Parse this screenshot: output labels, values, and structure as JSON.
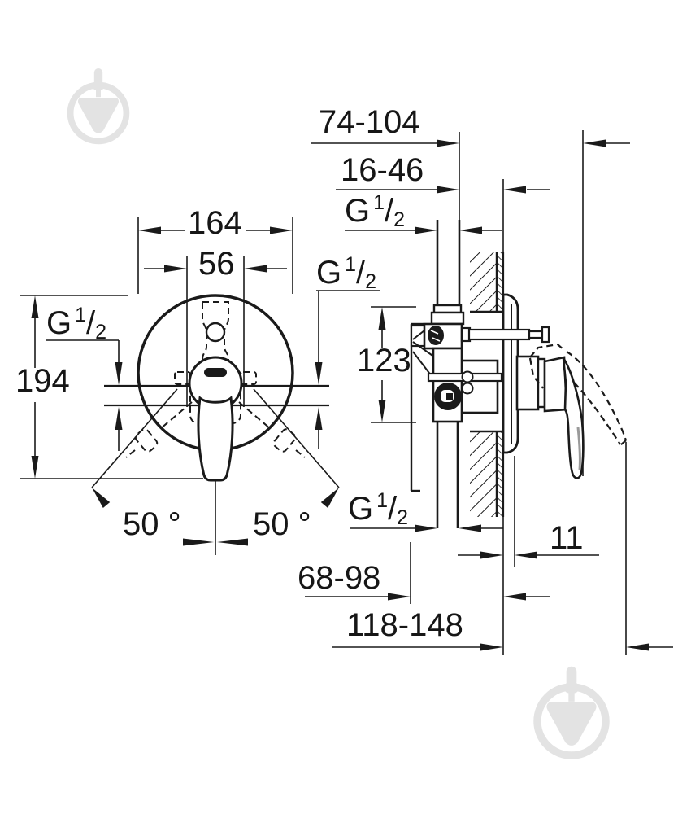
{
  "page": {
    "type": "technical-dimension-drawing",
    "subject": "concealed single-lever bath shower mixer, front and side section views",
    "background_color": "#ffffff",
    "line_color": "#1a1a1a",
    "watermark_color": "#e3e3e3"
  },
  "labels": {
    "dim_top_offset": "74-104",
    "dim_rough_in_depth": "16-46",
    "dim_plate_diameter": "164",
    "dim_cartridge_width": "56",
    "dim_overall_height": "194",
    "dim_body_height": "123",
    "angle_left": "50 °",
    "angle_right": "50 °",
    "dim_escutcheon_depth": "11",
    "dim_body_to_wall": "68-98",
    "dim_lever_reach": "118-148",
    "g_half": {
      "g": "G",
      "sup": "1",
      "slash": "/",
      "sub": "2"
    }
  },
  "icons": {
    "watermark": "trowel-in-circle-watermark"
  }
}
